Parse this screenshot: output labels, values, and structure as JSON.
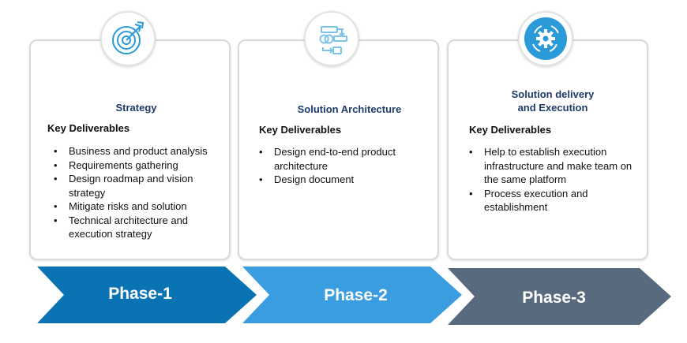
{
  "phases": [
    {
      "title": "Strategy",
      "heading": "Key Deliverables",
      "items": [
        "Business and product analysis",
        "Requirements gathering",
        "Design roadmap and vision strategy",
        "Mitigate risks and solution",
        "Technical architecture and execution strategy"
      ],
      "arrow_label": "Phase-1",
      "icon": "target-icon",
      "color": "#0a73b4"
    },
    {
      "title": "Solution Architecture",
      "heading": "Key Deliverables",
      "items": [
        "Design end-to-end product architecture",
        "Design document"
      ],
      "arrow_label": "Phase-2",
      "icon": "architecture-icon",
      "color": "#3a9de0"
    },
    {
      "title": "Solution delivery and Execution",
      "heading": "Key Deliverables",
      "items": [
        "Help to establish execution infrastructure and make team on the same platform",
        "Process execution and establishment"
      ],
      "arrow_label": "Phase-3",
      "icon": "gear-cycle-icon",
      "color": "#586b7e"
    }
  ]
}
